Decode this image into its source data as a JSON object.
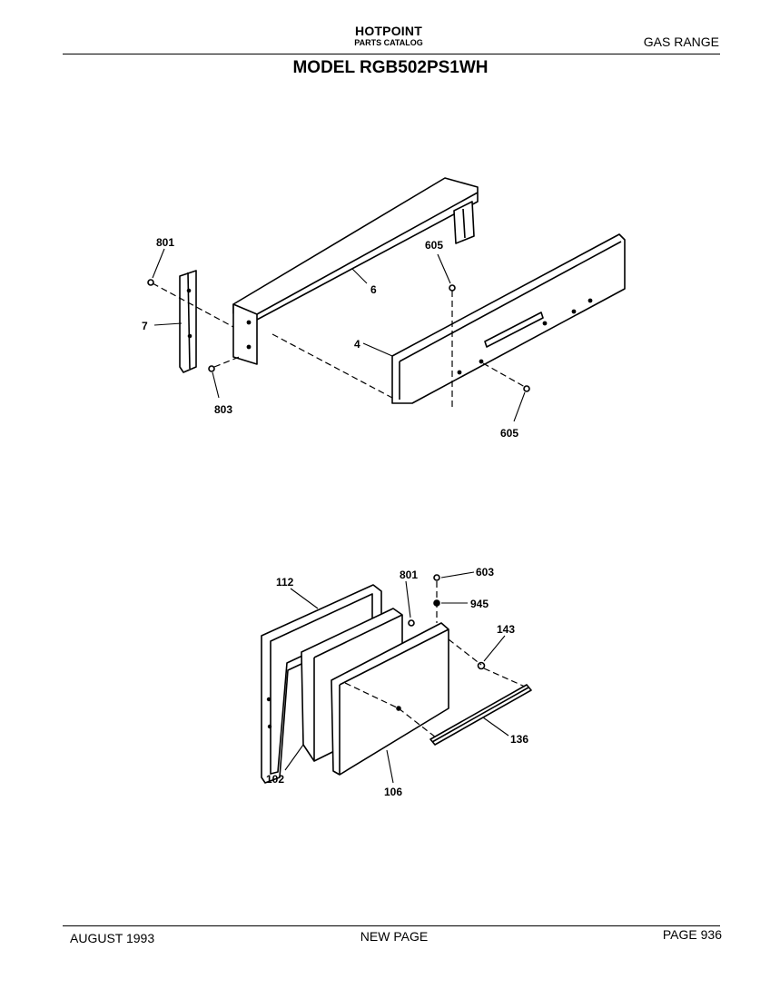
{
  "header": {
    "brand": "HOTPOINT",
    "catalog": "PARTS CATALOG",
    "range_type": "GAS RANGE",
    "model_title": "MODEL RGB502PS1WH"
  },
  "footer": {
    "date": "AUGUST 1993",
    "note": "NEW PAGE",
    "page": "PAGE 936"
  },
  "backguard_callouts": {
    "c801": "801",
    "c7": "7",
    "c803": "803",
    "c6": "6",
    "c605_top": "605",
    "c4": "4",
    "c605_bottom": "605"
  },
  "door_callouts": {
    "c112": "112",
    "c801": "801",
    "c603": "603",
    "c945": "945",
    "c143": "143",
    "c136": "136",
    "c102": "102",
    "c106": "106"
  }
}
